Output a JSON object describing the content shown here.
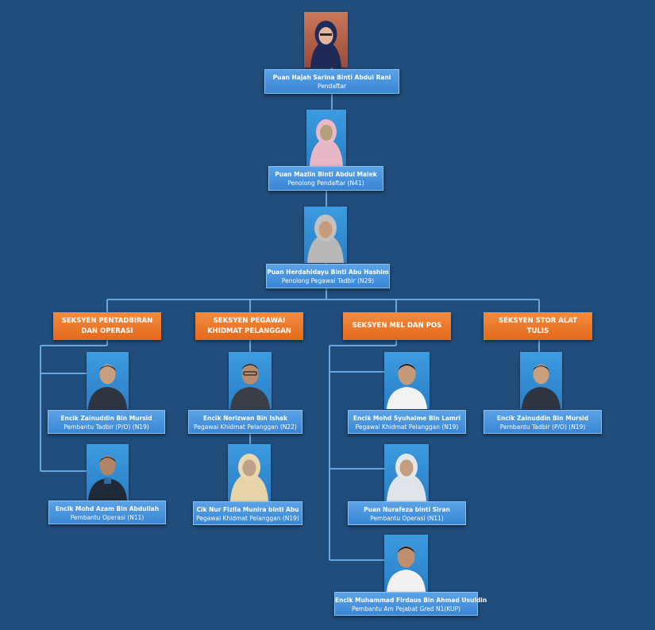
{
  "colors": {
    "background": "#204d7b",
    "connector": "#6aa6de",
    "name_box": "#4a95e0",
    "section_header": "#ec7a2c"
  },
  "people": [
    {
      "name": "Puan Hajah Sarina Binti Abdul Rani",
      "title": "Pendaftar",
      "photo": "hijab-dark"
    },
    {
      "name": "Puan Mazlin Binti Abdul Malek",
      "title": "Penolong Pendaftar (N41)",
      "photo": "hijab-pink"
    },
    {
      "name": "Puan Herdahidayu Binti Abu Hashim",
      "title": "Penolong Pegawai Tadbir (N29)",
      "photo": "hijab-grey"
    },
    {
      "name": "Encik Zainuddin Bin Mursid",
      "title": "Pembantu Tadbir (P/O) (N19)",
      "photo": "man-dark-shirt"
    },
    {
      "name": "Encik Mohd Azam Bin Abdullah",
      "title": "Pembantu Operasi (N11)",
      "photo": "man-dark-shirt"
    },
    {
      "name": "Encik Norizwan Bin Ishak",
      "title": "Pegawai Khidmat Pelanggan (N22)",
      "photo": "man-glasses"
    },
    {
      "name": "Cik Nur Fizila Munira binti Abu",
      "title": "Pegawai Khidmat Pelanggan (N19)",
      "photo": "hijab-beige"
    },
    {
      "name": "Encik Mohd Syuhaime Bin Lamri",
      "title": "Pegawai Khidmat Pelanggan (N19)",
      "photo": "man-white-shirt"
    },
    {
      "name": "Puan Nurafeza binti Siran",
      "title": "Pembantu Operasi (N11)",
      "photo": "hijab-light"
    },
    {
      "name": "Encik Muhammad Firdaus Bin Ahmad Usuldin",
      "title": "Pembantu Am Pejabat Gred N1(KUP)",
      "photo": "man-white-shirt"
    },
    {
      "name": "Encik Zainuddin Bin Mursid",
      "title": "Pembantu Tadbir (P/O) (N19)",
      "photo": "man-dark-shirt"
    }
  ],
  "sections": [
    {
      "label": "SEKSYEN PENTADBIRAN DAN OPERASI"
    },
    {
      "label": "SEKSYEN PEGAWAI KHIDMAT PELANGGAN"
    },
    {
      "label": "SEKSYEN MEL DAN POS"
    },
    {
      "label": "SEKSYEN STOR ALAT TULIS"
    }
  ]
}
